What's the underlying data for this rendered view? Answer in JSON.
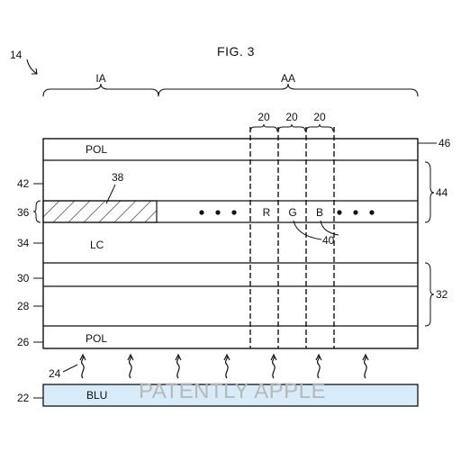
{
  "figure": {
    "title": "FIG. 3"
  },
  "regions": {
    "ia": "IA",
    "aa": "AA"
  },
  "refs": {
    "r14": "14",
    "r20a": "20",
    "r20b": "20",
    "r20c": "20",
    "r46": "46",
    "r42": "42",
    "r44": "44",
    "r36": "36",
    "r38": "38",
    "r40": "40",
    "r34": "34",
    "r30": "30",
    "r28": "28",
    "r32": "32",
    "r26": "26",
    "r24": "24",
    "r22": "22"
  },
  "layers": {
    "pol_top": "POL",
    "lc": "LC",
    "pol_bottom": "POL",
    "blu": "BLU"
  },
  "pixels": {
    "r": "R",
    "g": "G",
    "b": "B"
  },
  "watermark": "PATENTLY APPLE",
  "colors": {
    "line": "#111111",
    "blu_fill": "#d7ecf8",
    "watermark": "#b8b8b8"
  }
}
